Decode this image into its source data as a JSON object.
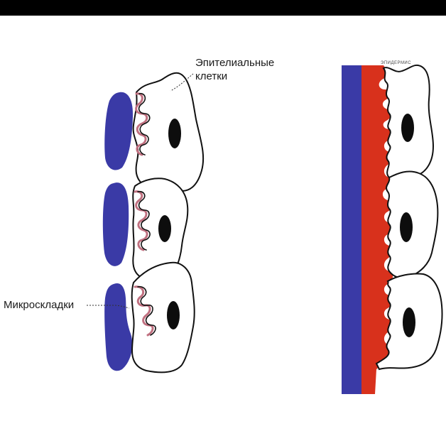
{
  "labels": {
    "epithelial_line1": "Эпителиальные",
    "epithelial_line2": "клетки",
    "microfolds": "Микроскладки",
    "tiny_annotation": "ЭПИДЕРМИС"
  },
  "colors": {
    "band": "#000000",
    "blue": "#3a3aa6",
    "red": "#d8311c",
    "pink": "#c07080",
    "outline": "#111111",
    "nucleus": "#0d0d0d",
    "background": "#ffffff"
  }
}
